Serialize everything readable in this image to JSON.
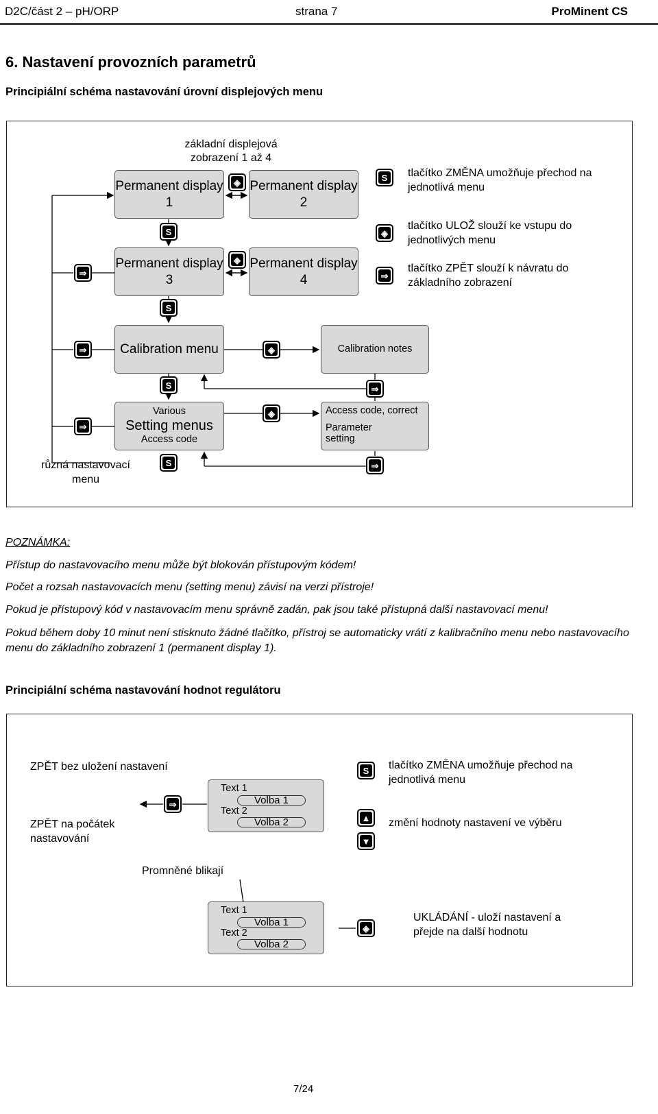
{
  "header": {
    "left": "D2C/část 2 – pH/ORP",
    "center": "strana 7",
    "right": "ProMinent CS"
  },
  "section_title": "6.   Nastavení provozních parametrů",
  "diagram1": {
    "title": "Principiální schéma nastavování úrovní displejových menu",
    "base_label": "základní displejová zobrazení 1 až 4",
    "display1": "Permanent display 1",
    "display2": "Permanent display 2",
    "display3": "Permanent display 3",
    "display4": "Permanent display 4",
    "calibration_menu": "Calibration menu",
    "calibration_notes": "Calibration notes",
    "various": "Various",
    "setting_menus": "Setting menus",
    "access_code": "Access code",
    "access_code_correct": "Access code, correct",
    "parameter_setting": "Parameter setting",
    "various_menus_label": "různá nastavovací menu",
    "legend_change": "tlačítko ZMĚNA umožňuje přechod na jednotlivá menu",
    "legend_save": "tlačítko ULOŽ slouží ke vstupu do jednotlivých menu",
    "legend_back": "tlačítko ZPĚT slouží k návratu do základního zobrazení"
  },
  "note": {
    "heading": "POZNÁMKA:",
    "lines": [
      "Přístup do nastavovacího menu může být blokován přístupovým kódem!",
      "Počet a rozsah nastavovacích menu (setting menu) závisí na verzi přístroje!",
      "Pokud je přístupový kód v nastavovacím menu správně zadán, pak jsou také přístupná další nastavovací menu!",
      "Pokud během doby 10 minut není stisknuto žádné tlačítko, přístroj se automaticky vrátí z kalibračního menu nebo nastavovacího menu do základního zobrazení 1 (permanent display 1)."
    ]
  },
  "diagram2": {
    "title": "Principiální schéma nastavování hodnot regulátoru",
    "back_no_save": "ZPĚT bez uložení nastavení",
    "back_to_start": "ZPĚT na počátek nastavování",
    "text1": "Text 1",
    "text2": "Text 2",
    "option1": "Volba 1",
    "option2": "Volba 2",
    "blinking": "Promněné blikají",
    "legend_change": "tlačítko ZMĚNA umožňuje přechod na jednotlivá menu",
    "legend_updown": "změní hodnoty nastavení ve výběru",
    "legend_store": "UKLÁDÁNÍ - uloží nastavení a přejde na další hodnotu"
  },
  "footer": {
    "page": "7/24"
  },
  "icons": {
    "change": "change-key-icon",
    "save": "save-key-icon",
    "back": "back-key-icon",
    "up": "up-arrow-key-icon",
    "down": "down-arrow-key-icon"
  }
}
